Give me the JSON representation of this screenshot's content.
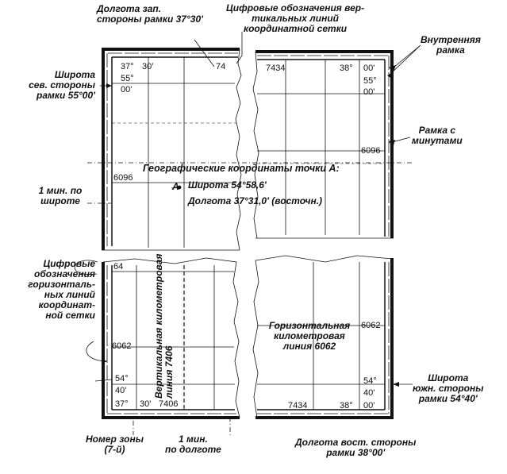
{
  "labels": {
    "west_longitude": "Долгота зап.\nстороны рамки 37°30'",
    "vertical_digits": "Цифровые обозначения вер-\nтикальных линий\nкоординатной сетки",
    "inner_frame": "Внутренняя\nрамка",
    "north_latitude": "Широта\nсев. стороны\nрамки 55°00'",
    "minute_frame": "Рамка с\nминутами",
    "geo_coords_title": "Географические координаты точки А:",
    "point_a": "А",
    "latitude_a": "Широта 54°58,6'",
    "longitude_a": "Долгота 37°31,0' (восточн.)",
    "one_min_latitude": "1 мин. по\nшироте",
    "horizontal_digits": "Цифровые\nобозначения\nгоризонталь-\nных линий\nкоординат-\nной сетки",
    "vertical_km_line": "Вертикальная километровая\nлиния 7406",
    "horizontal_km_line": "Горизонтальная\nкилометровая\nлиния 6062",
    "south_latitude": "Широта\nюжн. стороны\nрамки 54°40'",
    "zone_number": "Номер зоны\n(7-й)",
    "one_min_longitude": "1 мин.\nпо долготе",
    "east_longitude": "Долгота вост. стороны\nрамки 38°00'"
  },
  "map_numbers": {
    "tl_37": "37°",
    "tl_30": "30'",
    "tl_7406": "74",
    "tl_55": "55°",
    "tl_00": "00'",
    "tr_7434": "7434",
    "tr_38": "38°",
    "tr_00a": "00'",
    "tr_55": "55°",
    "tr_00b": "00'",
    "tr_6096": "6096",
    "ml_6096": "6096",
    "bl_64": "64",
    "bl_6062": "6062",
    "bl_54": "54°",
    "bl_40": "40'",
    "bl_37": "37°",
    "bl_30": "30'",
    "bl_7406": "7406",
    "br_6062": "6062",
    "br_54": "54°",
    "br_40": "40'",
    "br_7434": "7434",
    "br_38": "38°",
    "br_00": "00'"
  }
}
